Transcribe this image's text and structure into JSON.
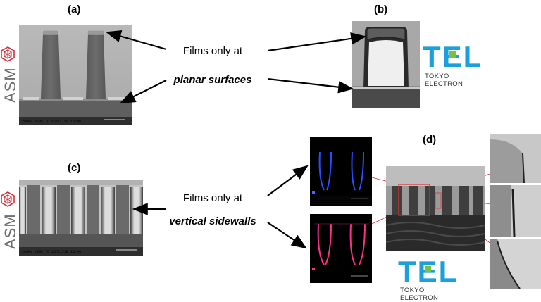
{
  "labels": {
    "a": "(a)",
    "b": "(b)",
    "c": "(c)",
    "d": "(d)"
  },
  "captions": {
    "top_line1": "Films only at",
    "top_line2": "planar surfaces",
    "bottom_line1": "Films only at",
    "bottom_line2": "vertical sidewalls"
  },
  "logos": {
    "asm_text": "ASM",
    "tel_text": "TEL",
    "tel_sub": "TOKYO ELECTRON"
  },
  "colors": {
    "tel_blue": "#1aa0dc",
    "tel_green": "#7ac143",
    "asm_red": "#d62f3b",
    "arrow": "#000000",
    "zoom_box": "#e03030"
  }
}
